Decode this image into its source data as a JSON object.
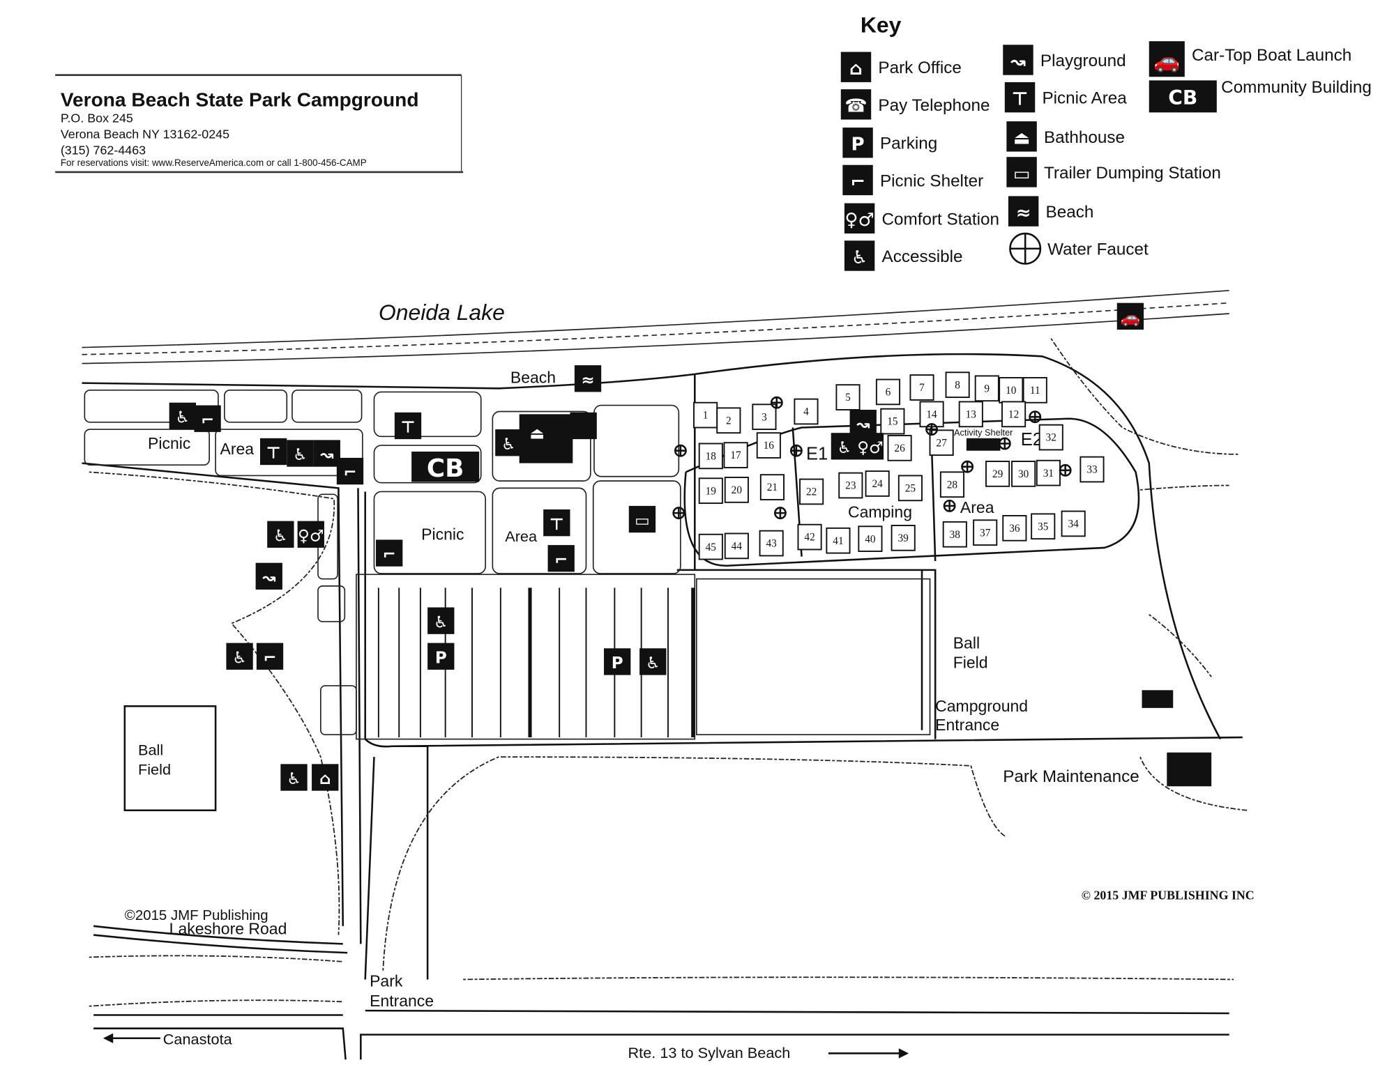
{
  "header": {
    "title": "Verona Beach State Park Campground",
    "address1": "P.O. Box 245",
    "address2": "Verona Beach NY 13162-0245",
    "phone": "(315) 762-4463",
    "reservations": "For reservations visit: www.ReserveAmerica.com or call 1-800-456-CAMP"
  },
  "key": {
    "title": "Key",
    "items": [
      {
        "label": "Park Office",
        "icon": "park-office-icon"
      },
      {
        "label": "Pay Telephone",
        "icon": "telephone-icon"
      },
      {
        "label": "Parking",
        "icon": "parking-icon"
      },
      {
        "label": "Picnic Shelter",
        "icon": "picnic-shelter-icon"
      },
      {
        "label": "Comfort Station",
        "icon": "comfort-station-icon"
      },
      {
        "label": "Accessible",
        "icon": "accessible-icon"
      },
      {
        "label": "Playground",
        "icon": "playground-icon"
      },
      {
        "label": "Picnic Area",
        "icon": "picnic-area-icon"
      },
      {
        "label": "Bathhouse",
        "icon": "bathhouse-icon"
      },
      {
        "label": "Trailer Dumping Station",
        "icon": "trailer-dump-icon"
      },
      {
        "label": "Beach",
        "icon": "beach-icon"
      },
      {
        "label": "Water Faucet",
        "icon": "water-faucet-icon"
      },
      {
        "label": "Car-Top Boat Launch",
        "icon": "boat-launch-icon"
      },
      {
        "label": "Community Building",
        "icon": "community-building-icon",
        "abbr": "CB"
      }
    ]
  },
  "map": {
    "lake": "Oneida Lake",
    "beach": "Beach",
    "picnic": "Picnic",
    "area": "Area",
    "cb": "CB",
    "parking": "P",
    "camping": "Camping",
    "e1": "E1",
    "e2": "E2",
    "activity_shelter": "Activity Shelter",
    "ball_field": "Ball",
    "ball_field2": "Field",
    "campground_entrance1": "Campground",
    "campground_entrance2": "Entrance",
    "park_maintenance": "Park Maintenance",
    "park_entrance1": "Park",
    "park_entrance2": "Entrance",
    "lakeshore_road": "Lakeshore Road",
    "canastota": "Canastota",
    "rte13": "Rte. 13 to Sylvan Beach",
    "copyright_left": "©2015 JMF Publishing",
    "copyright_right": "© 2015 JMF PUBLISHING INC",
    "sites": [
      "1",
      "2",
      "3",
      "4",
      "5",
      "6",
      "7",
      "8",
      "9",
      "10",
      "11",
      "12",
      "13",
      "14",
      "15",
      "16",
      "17",
      "18",
      "19",
      "20",
      "21",
      "22",
      "23",
      "24",
      "25",
      "26",
      "27",
      "28",
      "29",
      "30",
      "31",
      "32",
      "33",
      "34",
      "35",
      "36",
      "37",
      "38",
      "39",
      "40",
      "41",
      "42",
      "43",
      "44",
      "45"
    ]
  }
}
